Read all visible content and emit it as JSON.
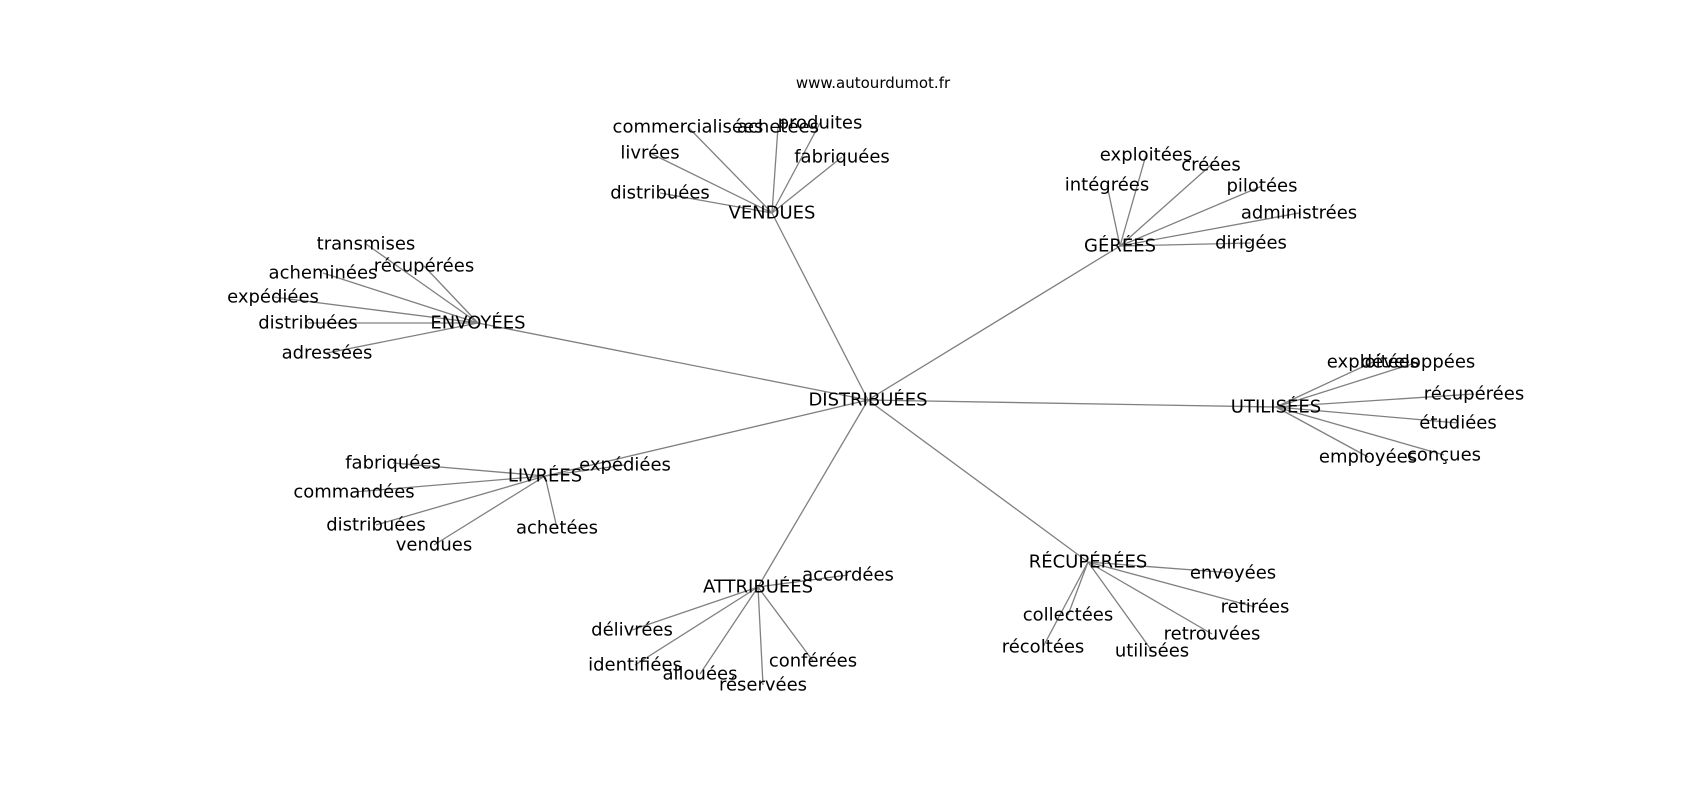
{
  "watermark": "www.autourdumot.fr",
  "colors": {
    "edge": "#808080",
    "text": "#000000",
    "background": "#ffffff"
  },
  "center": "DISTRIBUÉES",
  "groups": [
    {
      "hub": "VENDUES",
      "leaves": [
        "commercialisées",
        "achetées",
        "produites",
        "livrées",
        "fabriquées",
        "distribuées"
      ]
    },
    {
      "hub": "GÉRÉES",
      "leaves": [
        "exploitées",
        "créées",
        "intégrées",
        "pilotées",
        "administrées",
        "dirigées"
      ]
    },
    {
      "hub": "ENVOYÉES",
      "leaves": [
        "transmises",
        "récupérées",
        "acheminées",
        "expédiées",
        "distribuées",
        "adressées"
      ]
    },
    {
      "hub": "UTILISÉES",
      "leaves": [
        "exploitées",
        "développées",
        "récupérées",
        "étudiées",
        "employées",
        "conçues"
      ]
    },
    {
      "hub": "LIVRÉES",
      "leaves": [
        "expédiées",
        "fabriquées",
        "commandées",
        "distribuées",
        "vendues",
        "achetées"
      ]
    },
    {
      "hub": "ATTRIBUÉES",
      "leaves": [
        "accordées",
        "délivrées",
        "identifiées",
        "allouées",
        "réservées",
        "conférées"
      ]
    },
    {
      "hub": "RÉCUPÉRÉES",
      "leaves": [
        "envoyées",
        "collectées",
        "retirées",
        "récoltées",
        "retrouvées",
        "utilisées"
      ]
    }
  ]
}
